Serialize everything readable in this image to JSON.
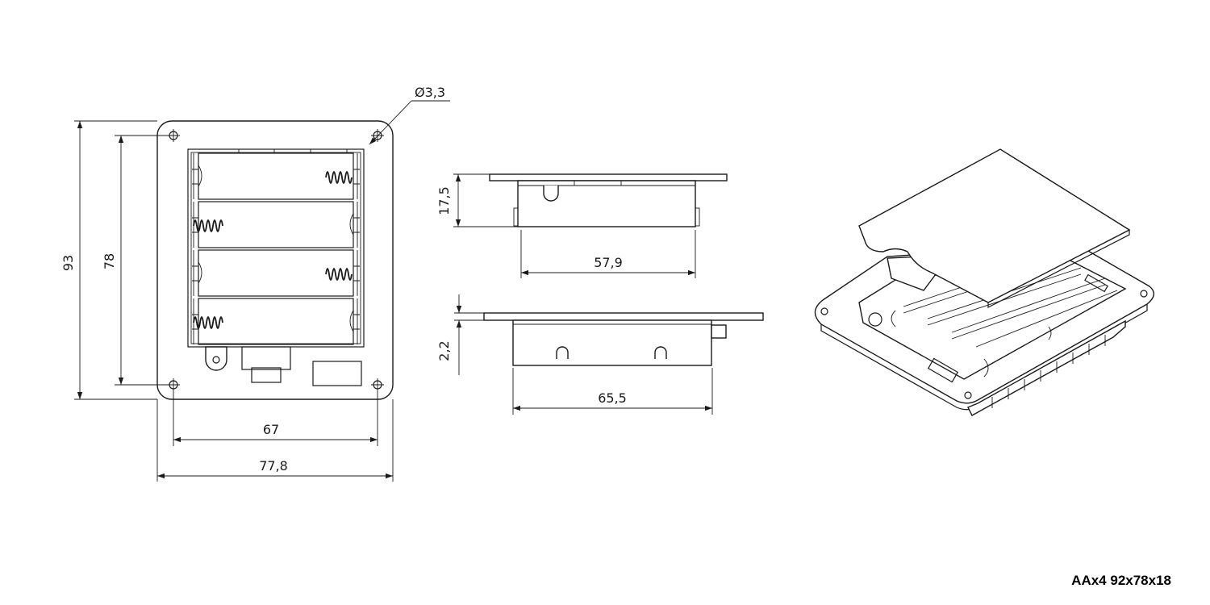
{
  "model_label": "AAx4 92x78x18",
  "dimensions": {
    "hole_diameter": "Ø3,3",
    "overall_height": "93",
    "inner_height": "78",
    "hole_spacing_width": "67",
    "overall_width": "77,8",
    "side_depth": "17,5",
    "side_body_width": "57,9",
    "flange_thickness": "2,2",
    "bottom_body_width": "65,5"
  },
  "views": [
    "front-view",
    "side-view",
    "bottom-view",
    "isometric-view"
  ]
}
